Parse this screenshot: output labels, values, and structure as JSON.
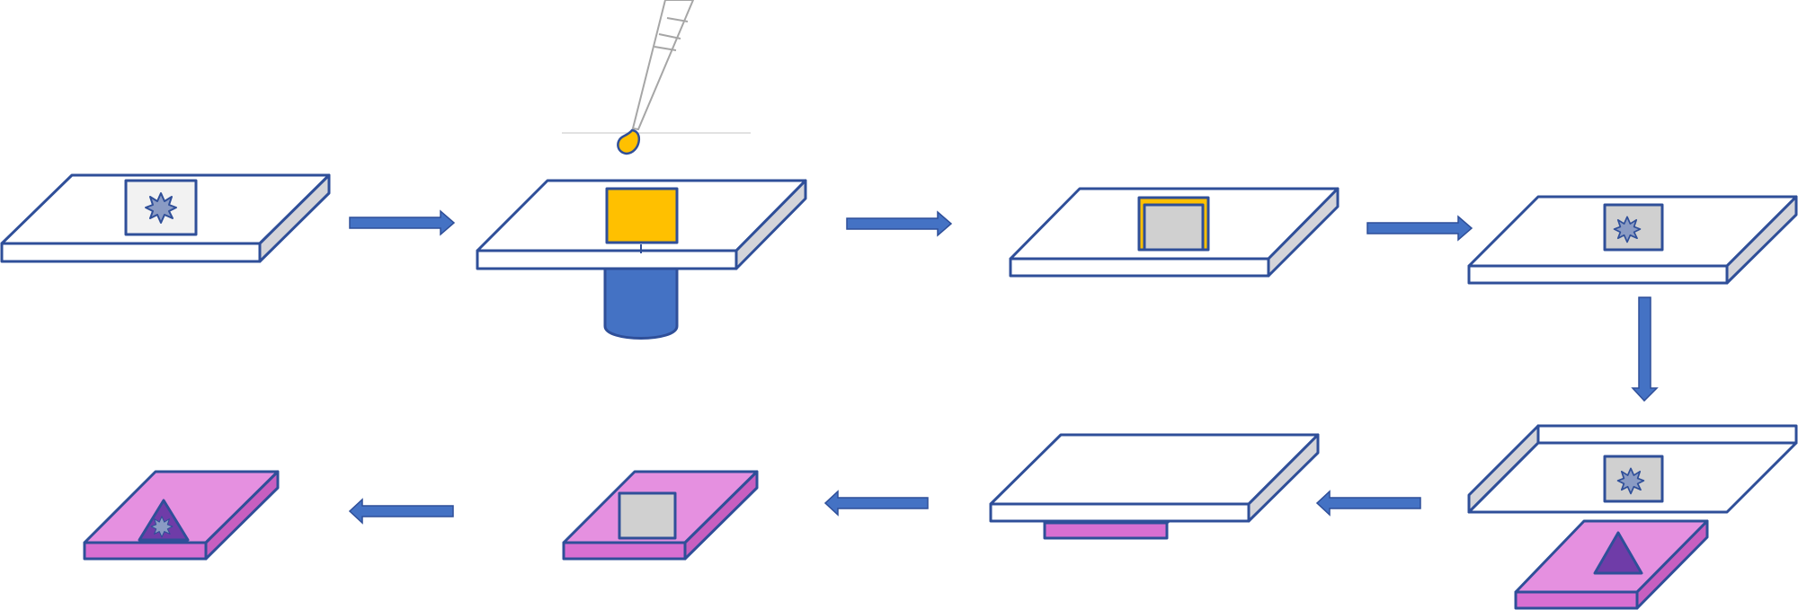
{
  "diagram": {
    "description_free": true,
    "colors": {
      "outline": "#2F4F99",
      "slide_top": "#FFFFFF",
      "slide_side": "#D4D4D9",
      "arrow": "#4472C4",
      "drop": "#FFC000",
      "gray": "#D0D0D0",
      "sample_bg": "#F2F2F2",
      "pink_top": "#E590E0",
      "pink_side": "#D86FD2",
      "purple": "#6F3CA8",
      "pipette": "#A6A6A6"
    },
    "icons": {
      "pipette": "pipette-icon",
      "droplet": "droplet-icon",
      "stand": "cylinder-stand-icon",
      "sample": "starburst-sample-icon",
      "triangle": "triangle-marker-icon",
      "arrow": "flow-arrow-icon"
    },
    "steps": [
      {
        "id": "step-1",
        "content": "sample"
      },
      {
        "id": "step-2",
        "content": "drop-on-stand"
      },
      {
        "id": "step-3",
        "content": "gray-on-yellow"
      },
      {
        "id": "step-4",
        "content": "sample-on-gray"
      },
      {
        "id": "step-5",
        "content": "flipped-with-pink-below"
      },
      {
        "id": "step-6",
        "content": "slide-on-pink"
      },
      {
        "id": "step-7",
        "content": "pink-gray"
      },
      {
        "id": "step-8",
        "content": "pink-triangle-sample"
      }
    ],
    "flow_order": [
      "right",
      "right",
      "right",
      "down",
      "left",
      "left",
      "left"
    ]
  }
}
